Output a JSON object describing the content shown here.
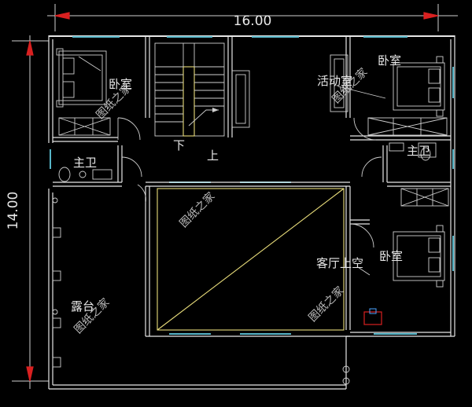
{
  "dimensions": {
    "width_label": "16.00",
    "height_label": "14.00"
  },
  "rooms": {
    "bedroom_nw": "卧室",
    "activity_room": "活动室",
    "bedroom_ne": "卧室",
    "bath_w": "主卫",
    "bath_e": "主卫",
    "stair_down": "下",
    "stair_up": "上",
    "living_void": "客厅上空",
    "bedroom_se": "卧室",
    "terrace": "露台"
  },
  "watermarks": [
    "图纸之家",
    "图纸之家",
    "图纸之家",
    "图纸之家",
    "图纸之家"
  ],
  "colors": {
    "background": "#000000",
    "wall": "#e6e6e6",
    "window": "#57b6c8",
    "dimension_arrow": "#d92020",
    "void_outline": "#e8dc7a"
  }
}
